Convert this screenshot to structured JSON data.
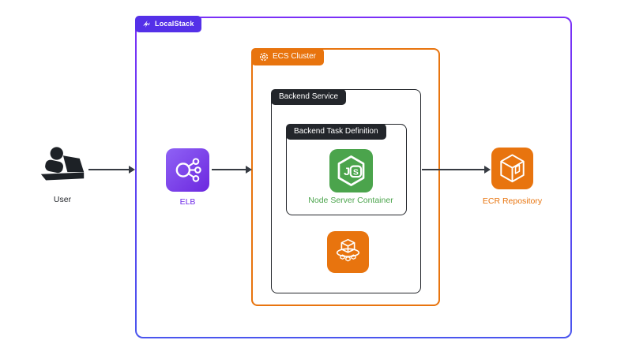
{
  "groups": {
    "localstack": {
      "label": "LocalStack"
    },
    "ecs_cluster": {
      "label": "ECS Cluster"
    },
    "backend_service": {
      "label": "Backend Service"
    },
    "task_definition": {
      "label": "Backend Task Definition"
    }
  },
  "nodes": {
    "user": {
      "label": "User"
    },
    "elb": {
      "label": "ELB"
    },
    "node_server": {
      "label": "Node Server Container"
    },
    "ecr": {
      "label": "ECR Repository"
    }
  },
  "icons": {
    "localstack_logo": "localstack-logo-icon",
    "ecs_cluster_ring": "ecs-cluster-ring-icon",
    "user": "user-at-laptop-icon",
    "elb": "load-balancer-icon",
    "nodejs": "nodejs-hexagon-icon",
    "ecs_service": "ecs-containers-icon",
    "ecr": "ecr-cube-icon"
  },
  "colors": {
    "outer_border_top": "#7B2FF7",
    "outer_border_bottom": "#4A55EE",
    "localstack_badge": "#5430E8",
    "aws_orange": "#E8740E",
    "dark": "#23262B",
    "node_green": "#4BA44C",
    "elb_purple": "#6C28DF",
    "elb_label": "#6D28E8",
    "arrow": "#363B42"
  }
}
